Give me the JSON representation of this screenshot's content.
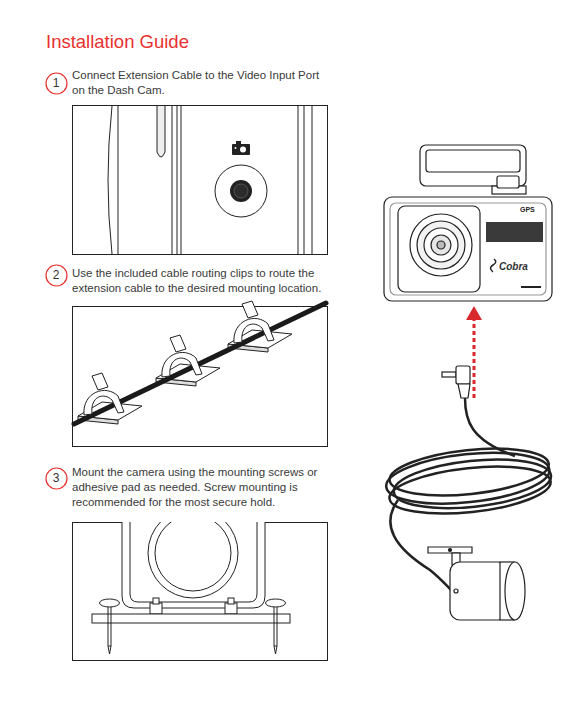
{
  "diagram": {
    "title": "Installation Guide",
    "nodes": [
      {
        "text": [
          "1"
        ]
      },
      {
        "text": [
          "2"
        ]
      },
      {
        "text": [
          "3"
        ]
      }
    ],
    "labels": [
      "Connect Extension Cable to the Video Input Port on the Dash Cam.",
      "Use the included cable routing clips to route the extension cable to the desired mounting location.",
      "Mount the camera using the mounting screws or adhesive pad as needed. Screw mounting is recommended for the most secure hold.",
      "GPS",
      "Cobra"
    ]
  }
}
